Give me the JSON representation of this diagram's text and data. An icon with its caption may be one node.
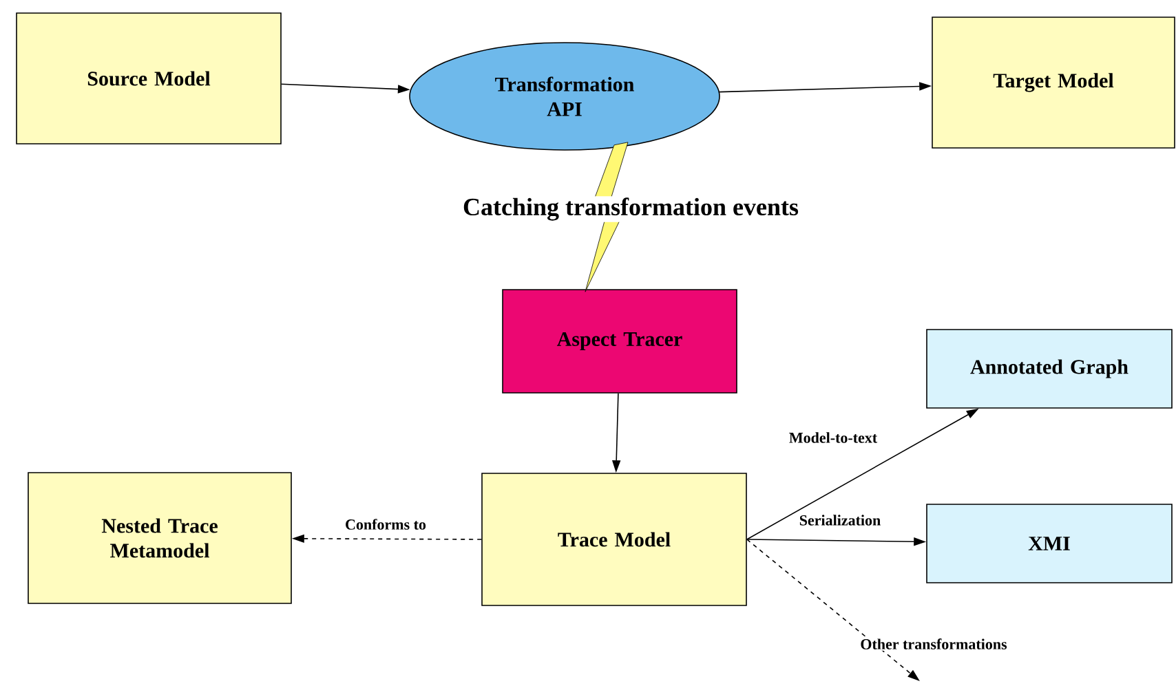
{
  "diagram": {
    "nodes": [
      {
        "text": [
          "Source Model"
        ]
      },
      {
        "text": [
          "Transformation API"
        ]
      },
      {
        "text": [
          "Target Model"
        ]
      },
      {
        "text": [
          "Aspect Tracer"
        ]
      },
      {
        "text": [
          "Annotated Graph"
        ]
      },
      {
        "text": [
          "Nested Trace Metamodel"
        ]
      },
      {
        "text": [
          "Trace Model"
        ]
      },
      {
        "text": [
          "XMI"
        ]
      }
    ],
    "edges": [
      {
        "from": 0,
        "to": 1,
        "arrow": "to"
      },
      {
        "from": 1,
        "to": 2,
        "arrow": "to"
      },
      {
        "from": 1,
        "to": 3,
        "arrow": "none",
        "label": "Catching transformation events"
      },
      {
        "from": 3,
        "to": 6,
        "arrow": "to"
      },
      {
        "from": 6,
        "to": 5,
        "arrow": "to",
        "style": "dashed",
        "label": "Conforms to"
      },
      {
        "from": 6,
        "to": 4,
        "arrow": "to",
        "label": "Model-to-text"
      },
      {
        "from": 6,
        "to": 7,
        "arrow": "to",
        "label": "Serialization"
      },
      {
        "from": 6,
        "to": null,
        "arrow": "to",
        "style": "dashed",
        "label": "Other transformations"
      }
    ]
  }
}
